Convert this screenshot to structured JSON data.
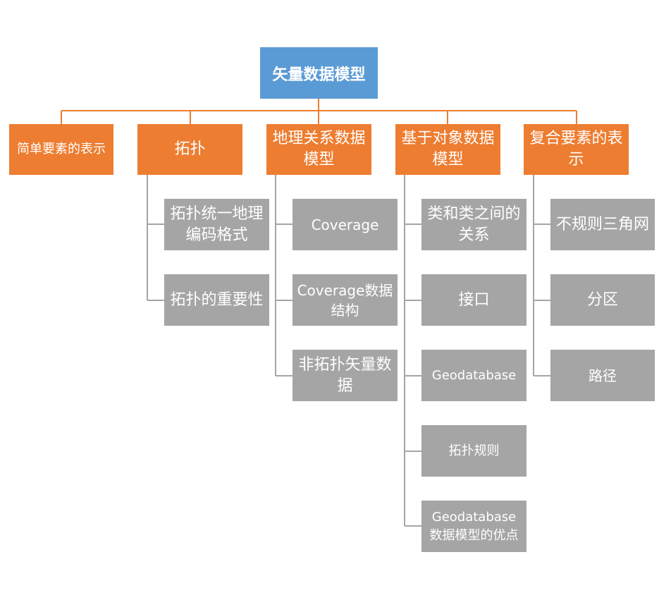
{
  "root": {
    "label": "矢量数据模型"
  },
  "categories": [
    {
      "label": "简单要素的表示",
      "children": []
    },
    {
      "label": "拓扑",
      "children": [
        "拓扑统一地理编码格式",
        "拓扑的重要性"
      ]
    },
    {
      "label": "地理关系数据模型",
      "children": [
        "Coverage",
        "Coverage数据结构",
        "非拓扑矢量数据"
      ]
    },
    {
      "label": "基于对象数据模型",
      "children": [
        "类和类之间的关系",
        "接口",
        "Geodatabase",
        "拓扑规则",
        "Geodatabase数据模型的优点"
      ]
    },
    {
      "label": "复合要素的表示",
      "children": [
        "不规则三角网",
        "分区",
        "路径"
      ]
    }
  ],
  "colors": {
    "root": "#5b9bd5",
    "category": "#ed7d31",
    "leaf": "#a5a5a5",
    "connector_root": "#ed7d31",
    "connector_leaf": "#a5a5a5"
  }
}
